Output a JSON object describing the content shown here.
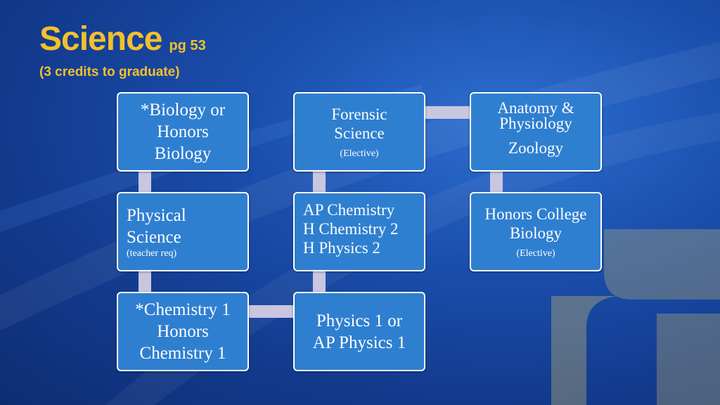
{
  "header": {
    "title": "Science",
    "title_page": "pg 53",
    "subtitle": "(3 credits to graduate)"
  },
  "colors": {
    "title": "#f2c02e",
    "box_fill": "#2f7fd0",
    "box_border": "#ffffff",
    "connector": "#c9c6e0"
  },
  "boxes": {
    "biology": {
      "lines": [
        "*Biology or",
        "Honors",
        "Biology"
      ]
    },
    "physical_science": {
      "lines": [
        "Physical",
        "Science"
      ],
      "note": "(teacher req)"
    },
    "chemistry": {
      "lines": [
        "*Chemistry 1",
        "Honors",
        "Chemistry 1"
      ]
    },
    "forensic": {
      "lines": [
        "Forensic",
        "Science"
      ],
      "note": "(Elective)"
    },
    "ap_chem": {
      "lines": [
        "AP Chemistry",
        "H Chemistry 2",
        "H Physics 2"
      ]
    },
    "physics": {
      "lines": [
        "Physics 1 or",
        "AP Physics 1"
      ]
    },
    "anatomy": {
      "lines": [
        "Anatomy &",
        "Physiology"
      ],
      "extra": "Zoology"
    },
    "honors_bio": {
      "lines": [
        "Honors College",
        "Biology"
      ],
      "note": "(Elective)"
    }
  }
}
